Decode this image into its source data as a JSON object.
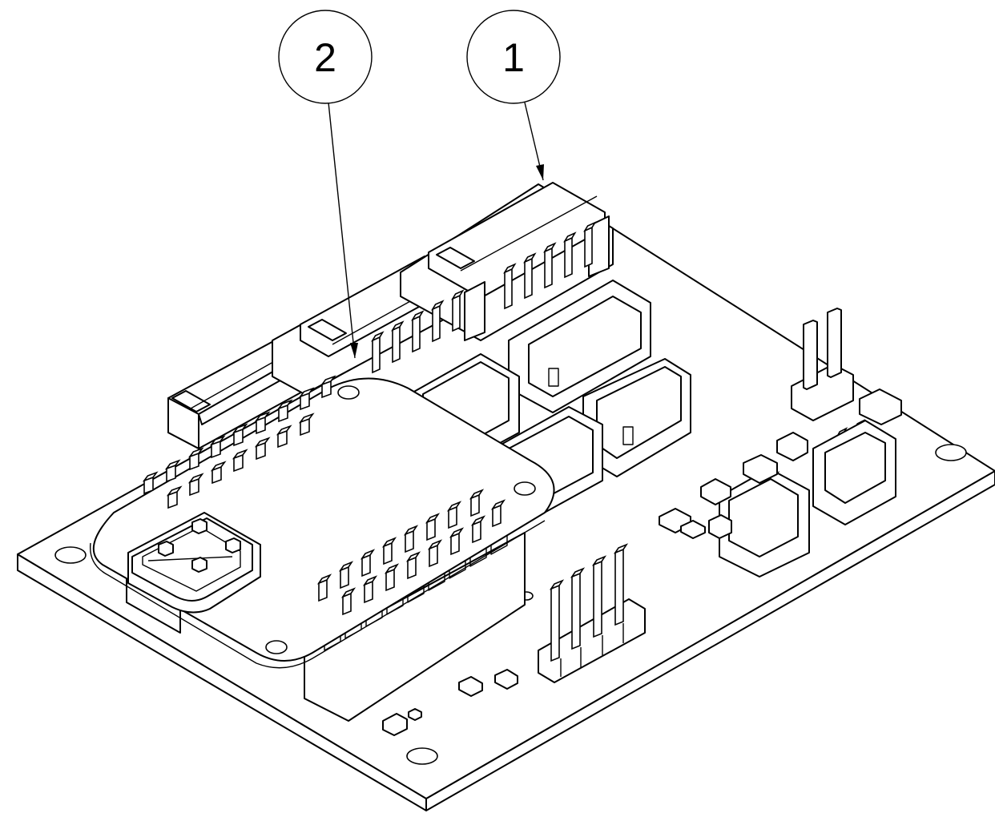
{
  "balloons": [
    {
      "id": "balloon-2",
      "label": "2"
    },
    {
      "id": "balloon-1",
      "label": "1"
    }
  ]
}
